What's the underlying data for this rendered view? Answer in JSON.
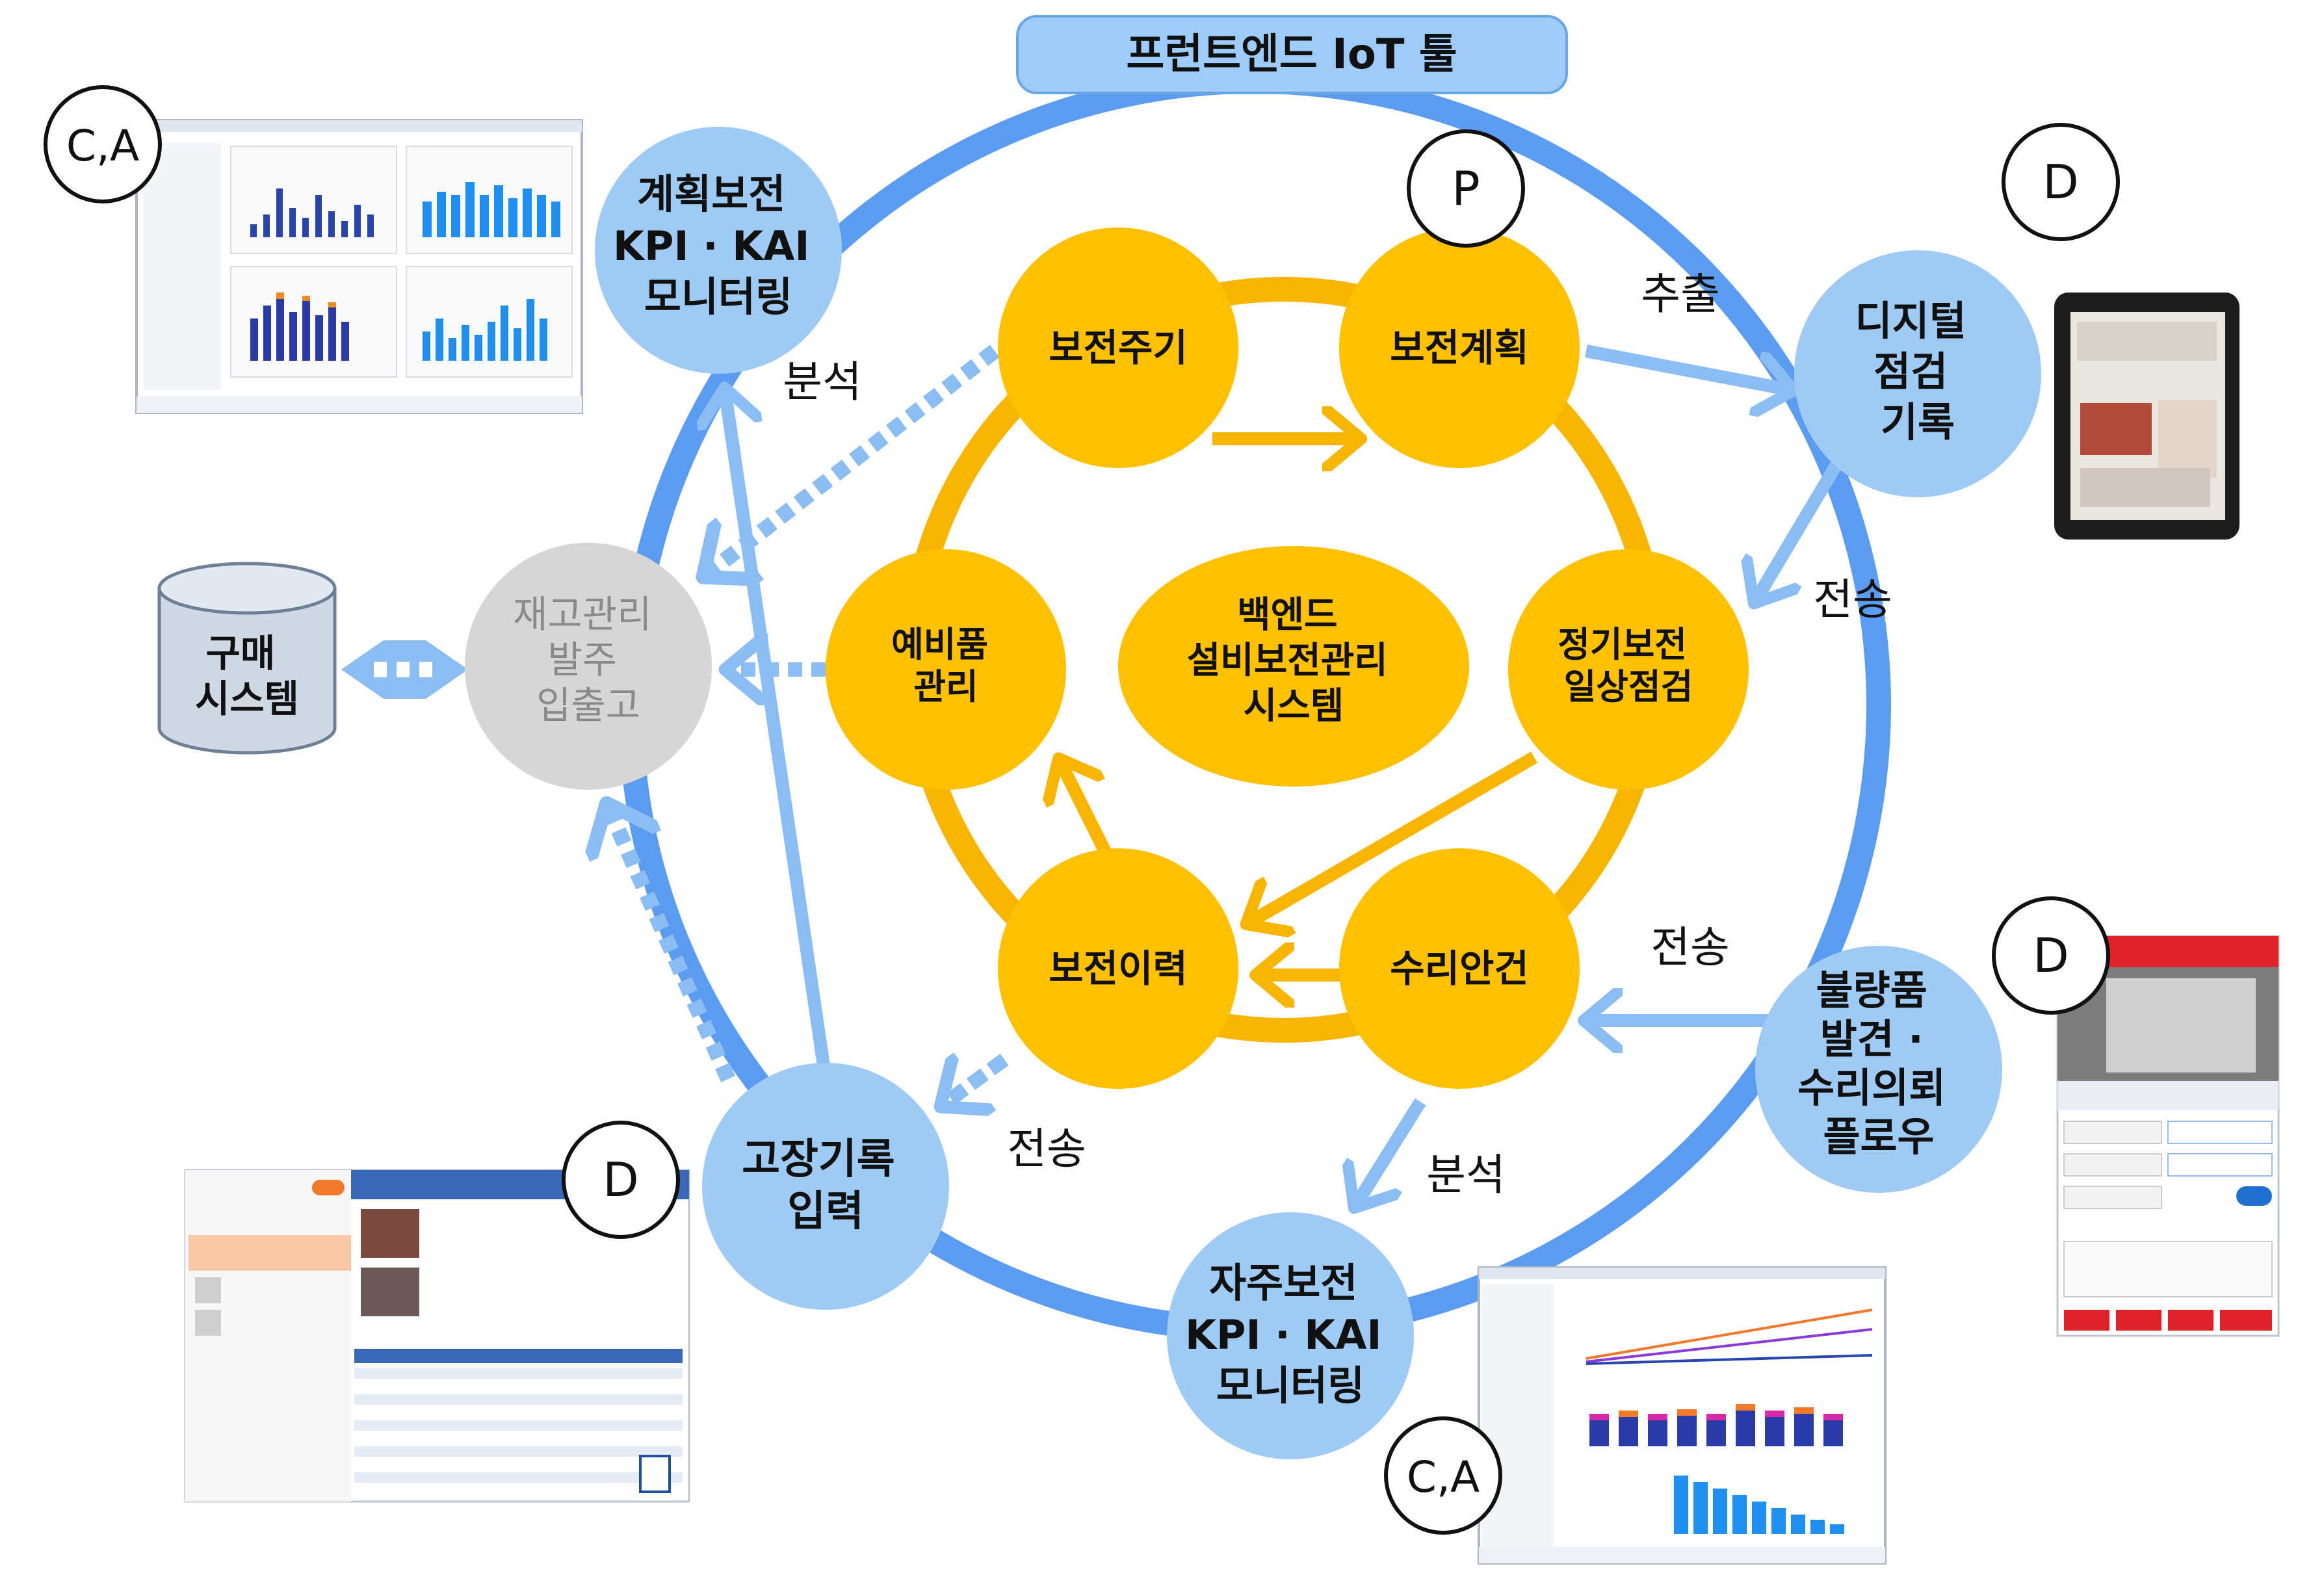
{
  "header": {
    "title": "프런트엔드 IoT 툴"
  },
  "center": {
    "lines": [
      "백엔드",
      "설비보전관리",
      "시스템"
    ]
  },
  "inner_nodes": {
    "cycle": "보전주기",
    "plan": "보전계획",
    "regular": [
      "정기보전",
      "일상점검"
    ],
    "repair": "수리안건",
    "history": "보전이력",
    "spare": [
      "예비품",
      "관리"
    ]
  },
  "outer_nodes": {
    "kpi_plan": [
      "계획보전",
      "KPI · KAI",
      "모니터링"
    ],
    "digital": [
      "디지털",
      "점검",
      "기록"
    ],
    "defect": [
      "불량품",
      "발견 ·",
      "수리의뢰",
      "플로우"
    ],
    "kpi_auto": [
      "자주보전",
      "KPI · KAI",
      "모니터링"
    ],
    "failure": [
      "고장기록",
      "입력"
    ],
    "inventory": [
      "재고관리",
      "발주",
      "입출고"
    ]
  },
  "purchase": [
    "구매",
    "시스템"
  ],
  "edge_labels": {
    "extract": "추출",
    "send1": "전송",
    "send2": "전송",
    "send3": "전송",
    "analysis1": "분석",
    "analysis2": "분석"
  },
  "badges": {
    "p": "P",
    "d_tablet": "D",
    "d_phone": "D",
    "d_failure": "D",
    "ca_top": "C,A",
    "ca_bottom": "C,A"
  },
  "colors": {
    "ring_blue": "#5b9bf0",
    "node_blue": "#9fcaf4",
    "arrow_blue": "#8bbdf2",
    "ring_gold": "#f7b500",
    "node_gold": "#ffc000",
    "node_gray": "#d6d6d6",
    "header_fill": "#9ecbf7",
    "cylinder": "#d0d8e4"
  }
}
